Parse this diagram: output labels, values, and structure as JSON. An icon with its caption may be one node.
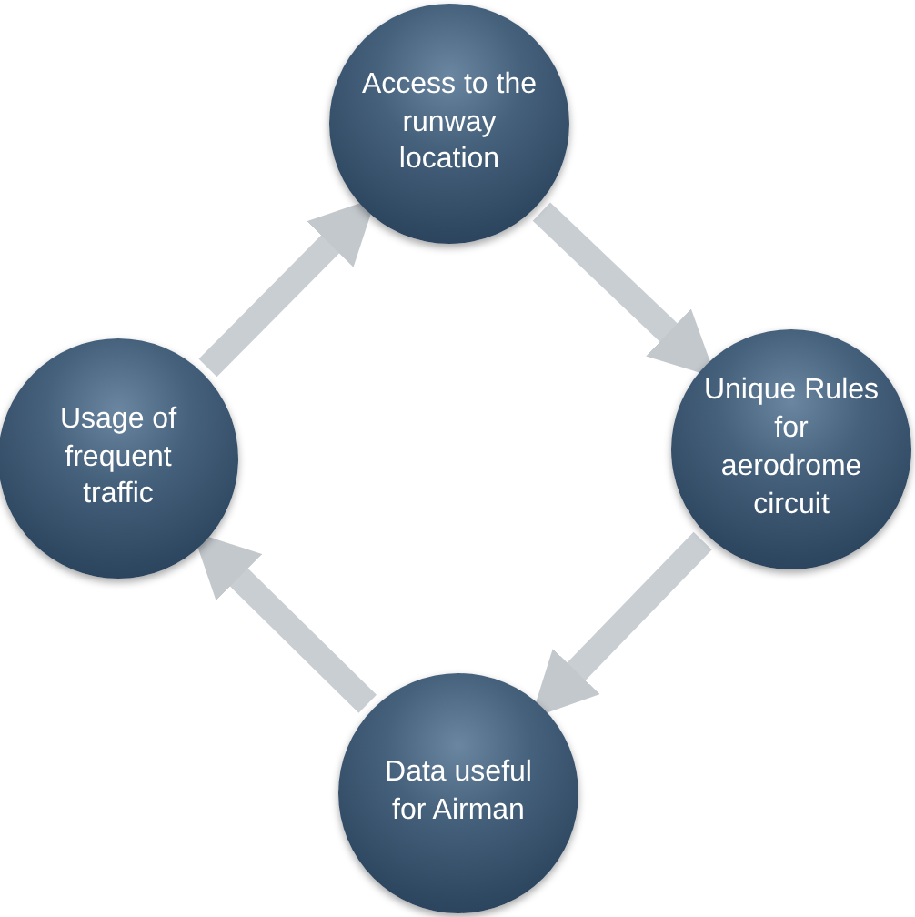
{
  "diagram": {
    "nodes": [
      {
        "text": [
          "Access to the runway location"
        ]
      },
      {
        "text": [
          "Unique Rules for aerodrome circuit"
        ]
      },
      {
        "text": [
          "Data useful for Airman"
        ]
      },
      {
        "text": [
          "Usage of frequent traffic"
        ]
      }
    ],
    "edges": [
      {
        "from": 0,
        "to": 1,
        "arrow": "to"
      },
      {
        "from": 1,
        "to": 2,
        "arrow": "to"
      },
      {
        "from": 2,
        "to": 3,
        "arrow": "to"
      },
      {
        "from": 3,
        "to": 0,
        "arrow": "to"
      }
    ]
  }
}
